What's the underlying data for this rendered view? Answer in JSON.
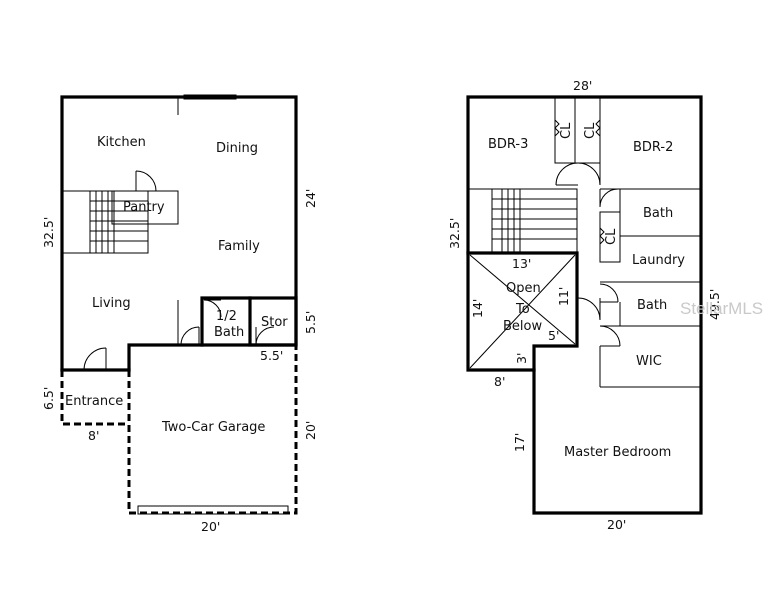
{
  "first_floor": {
    "rooms": {
      "kitchen": "Kitchen",
      "dining": "Dining",
      "pantry": "Pantry",
      "family": "Family",
      "living": "Living",
      "half_bath_line1": "1/2",
      "half_bath_line2": "Bath",
      "storage": "Stor",
      "entrance": "Entrance",
      "garage": "Two-Car Garage"
    },
    "dimensions": {
      "depth_main": "32.5'",
      "depth_right": "24'",
      "stor_height": "5.5'",
      "stor_width": "5.5'",
      "entrance_depth": "6.5'",
      "entrance_width": "8'",
      "garage_depth": "20'",
      "garage_width": "20'"
    }
  },
  "second_floor": {
    "rooms": {
      "bdr3": "BDR-3",
      "bdr2": "BDR-2",
      "closet": "CL",
      "bath_upper": "Bath",
      "laundry": "Laundry",
      "open_line1": "Open",
      "open_line2": "To",
      "open_line3": "Below",
      "bath_lower": "Bath",
      "wic": "WIC",
      "master": "Master Bedroom"
    },
    "dimensions": {
      "width_top": "28'",
      "depth_left": "32.5'",
      "open_width": "13'",
      "open_height": "14'",
      "open_inner": "11'",
      "open_5": "5'",
      "open_3": "3'",
      "step_width": "8'",
      "depth_right": "49.5'",
      "master_depth": "17'",
      "master_width": "20'"
    }
  },
  "watermark": "StellarMLS"
}
